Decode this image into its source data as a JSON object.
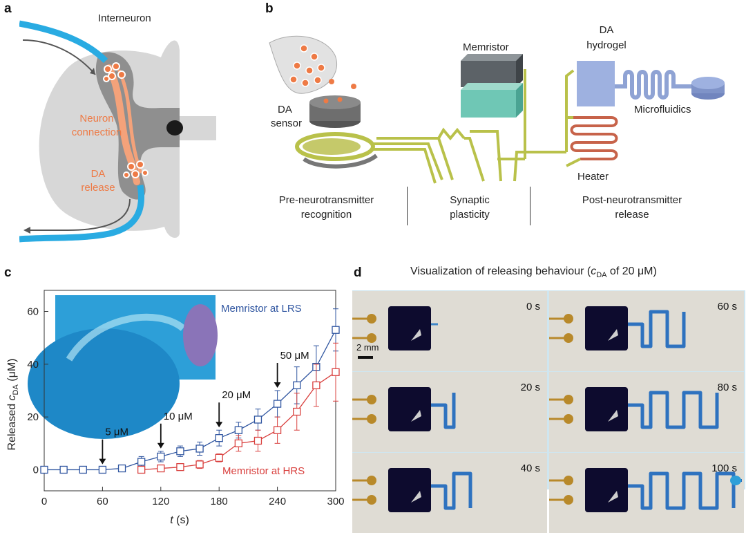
{
  "panels": {
    "a": "a",
    "b": "b",
    "c": "c",
    "d": "d"
  },
  "panel_a": {
    "title": "Interneuron",
    "neuron_connection_line1": "Neuron",
    "neuron_connection_line2": "connection",
    "da_release_line1": "DA",
    "da_release_line2": "release"
  },
  "panel_b": {
    "memristor": "Memristor",
    "da_hydrogel_line1": "DA",
    "da_hydrogel_line2": "hydrogel",
    "da_sensor_line1": "DA",
    "da_sensor_line2": "sensor",
    "microfluidics": "Microfluidics",
    "heater": "Heater",
    "pre_line1": "Pre-neurotransmitter",
    "pre_line2": "recognition",
    "syn_line1": "Synaptic",
    "syn_line2": "plasticity",
    "post_line1": "Post-neurotransmitter",
    "post_line2": "release"
  },
  "panel_d": {
    "title_prefix": "Visualization of releasing behaviour (",
    "title_c": "c",
    "title_sub": "DA",
    "title_suffix": " of 20 μM)",
    "scale_bar": "2 mm",
    "tiles": [
      {
        "label": "0 s",
        "level": 0
      },
      {
        "label": "60 s",
        "level": 3
      },
      {
        "label": "20 s",
        "level": 1
      },
      {
        "label": "80 s",
        "level": 4
      },
      {
        "label": "40 s",
        "level": 2
      },
      {
        "label": "100 s",
        "level": 5
      }
    ]
  },
  "chart_data": {
    "type": "line",
    "xlabel_italic": "t",
    "xlabel_unit": " (s)",
    "ylabel_prefix": "Released ",
    "ylabel_c": "c",
    "ylabel_sub": "DA",
    "ylabel_suffix": " (μM)",
    "xlim": [
      0,
      300
    ],
    "ylim": [
      -8,
      68
    ],
    "x_ticks": [
      0,
      60,
      120,
      180,
      240,
      300
    ],
    "y_ticks": [
      0,
      20,
      40,
      60
    ],
    "series": [
      {
        "name": "Memristor at LRS",
        "color": "#2f55a0",
        "x": [
          0,
          20,
          40,
          60,
          80,
          100,
          120,
          140,
          160,
          180,
          200,
          220,
          240,
          260,
          280,
          300
        ],
        "y": [
          0,
          0,
          0,
          0,
          0.5,
          3,
          5,
          7,
          8,
          12,
          15,
          19,
          25,
          32,
          39,
          53
        ],
        "err": [
          1,
          1,
          1,
          1,
          1,
          2,
          2,
          2,
          2.5,
          3,
          3,
          4,
          5,
          7,
          8,
          8
        ]
      },
      {
        "name": "Memristor at HRS",
        "color": "#d9403e",
        "x": [
          100,
          120,
          140,
          160,
          180,
          200,
          220,
          240,
          260,
          280,
          300
        ],
        "y": [
          0,
          0.5,
          1,
          2,
          4.5,
          10,
          11,
          15,
          22,
          32,
          37
        ],
        "err": [
          1,
          1,
          1,
          1.5,
          1.5,
          3,
          4,
          5,
          7,
          8,
          11
        ]
      }
    ],
    "annotations": [
      {
        "label": "5 μM",
        "x": 60
      },
      {
        "label": "10 μM",
        "x": 120
      },
      {
        "label": "20 μM",
        "x": 180
      },
      {
        "label": "50 μM",
        "x": 240
      }
    ]
  }
}
